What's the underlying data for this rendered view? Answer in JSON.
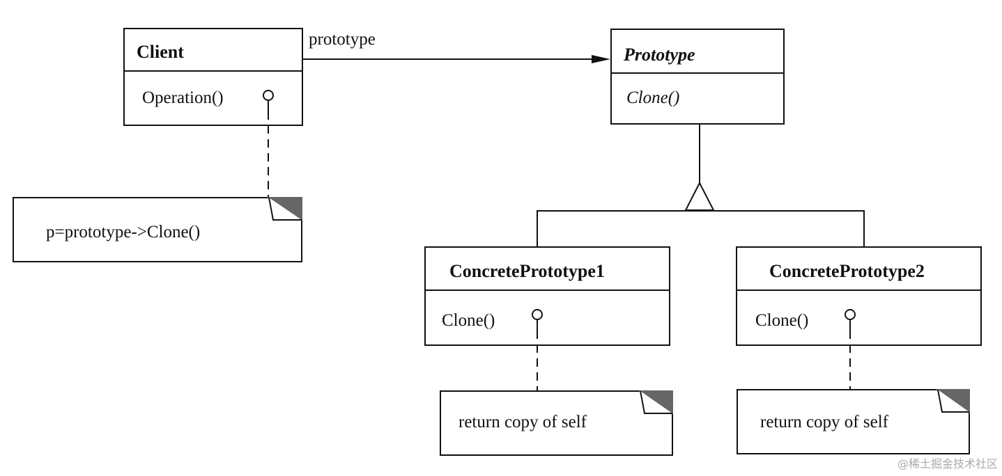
{
  "classes": {
    "client": {
      "name": "Client",
      "operation": "Operation()"
    },
    "prototype": {
      "name": "Prototype",
      "operation": "Clone()"
    },
    "concrete1": {
      "name": "ConcretePrototype1",
      "operation": "Clone()"
    },
    "concrete2": {
      "name": "ConcretePrototype2",
      "operation": "Clone()"
    }
  },
  "association": {
    "label": "prototype"
  },
  "notes": {
    "client": "p=prototype->Clone()",
    "concrete1": "return copy of self",
    "concrete2": "return copy of self"
  },
  "watermark": "@稀土掘金技术社区"
}
